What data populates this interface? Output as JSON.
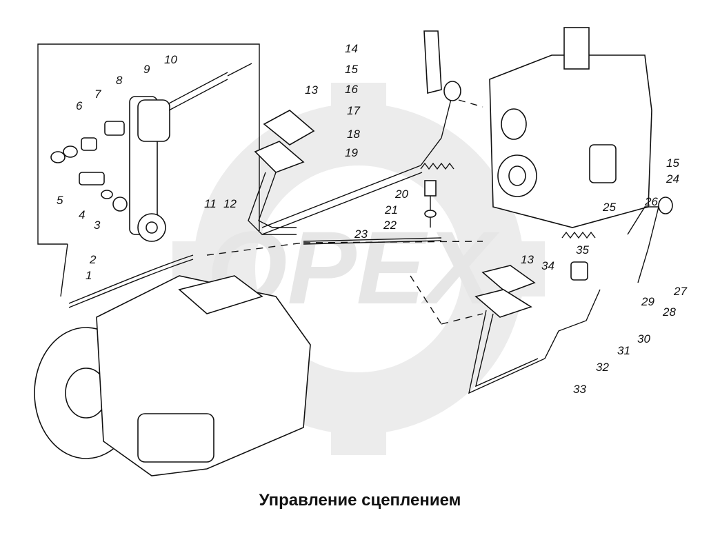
{
  "caption": "Управление сцеплением",
  "watermark": "OPEX",
  "callouts": {
    "n1": "1",
    "n2": "2",
    "n3": "3",
    "n4": "4",
    "n5": "5",
    "n6": "6",
    "n7": "7",
    "n8": "8",
    "n9": "9",
    "n10": "10",
    "n11": "11",
    "n12": "12",
    "n13a": "13",
    "n13b": "13",
    "n14": "14",
    "n15a": "15",
    "n15b": "15",
    "n16": "16",
    "n17": "17",
    "n18": "18",
    "n19": "19",
    "n20": "20",
    "n21": "21",
    "n22": "22",
    "n23": "23",
    "n24": "24",
    "n25": "25",
    "n26": "26",
    "n27": "27",
    "n28": "28",
    "n29": "29",
    "n30": "30",
    "n31": "31",
    "n32": "32",
    "n33": "33",
    "n34": "34",
    "n35": "35"
  }
}
